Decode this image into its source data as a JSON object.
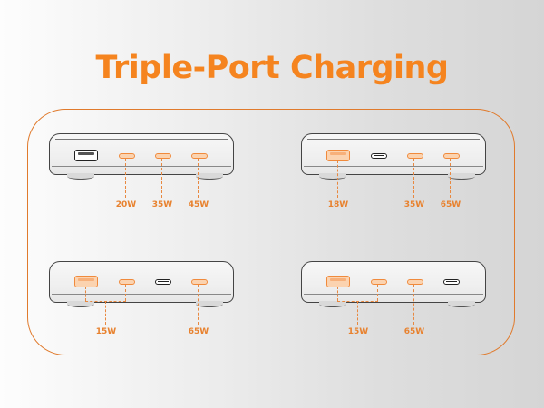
{
  "header": {
    "title": "Triple-Port Charging"
  },
  "colors": {
    "accent": "#f5841f",
    "frame": "#e07a2c",
    "active_port_fill": "#fbd3b0",
    "inactive_port": "#222222"
  },
  "panels": [
    {
      "position": "top-left",
      "ports": [
        {
          "type": "USB-A",
          "active": false
        },
        {
          "type": "USB-C",
          "active": true,
          "label": "20W"
        },
        {
          "type": "USB-C",
          "active": true,
          "label": "35W"
        },
        {
          "type": "USB-C",
          "active": true,
          "label": "45W"
        }
      ],
      "labels": [
        "20W",
        "35W",
        "45W"
      ]
    },
    {
      "position": "top-right",
      "ports": [
        {
          "type": "USB-A",
          "active": true,
          "label": "18W"
        },
        {
          "type": "USB-C",
          "active": false
        },
        {
          "type": "USB-C",
          "active": true,
          "label": "35W"
        },
        {
          "type": "USB-C",
          "active": true,
          "label": "65W"
        }
      ],
      "labels": [
        "18W",
        "35W",
        "65W"
      ]
    },
    {
      "position": "bottom-left",
      "ports": [
        {
          "type": "USB-A",
          "active": true,
          "label": "15W (shared)"
        },
        {
          "type": "USB-C",
          "active": true,
          "label": "15W (shared)"
        },
        {
          "type": "USB-C",
          "active": false
        },
        {
          "type": "USB-C",
          "active": true,
          "label": "65W"
        }
      ],
      "labels": [
        "15W",
        "65W"
      ]
    },
    {
      "position": "bottom-right",
      "ports": [
        {
          "type": "USB-A",
          "active": true,
          "label": "15W (shared)"
        },
        {
          "type": "USB-C",
          "active": true,
          "label": "15W (shared)"
        },
        {
          "type": "USB-C",
          "active": true,
          "label": "65W"
        },
        {
          "type": "USB-C",
          "active": false
        }
      ],
      "labels": [
        "15W",
        "65W"
      ]
    }
  ]
}
